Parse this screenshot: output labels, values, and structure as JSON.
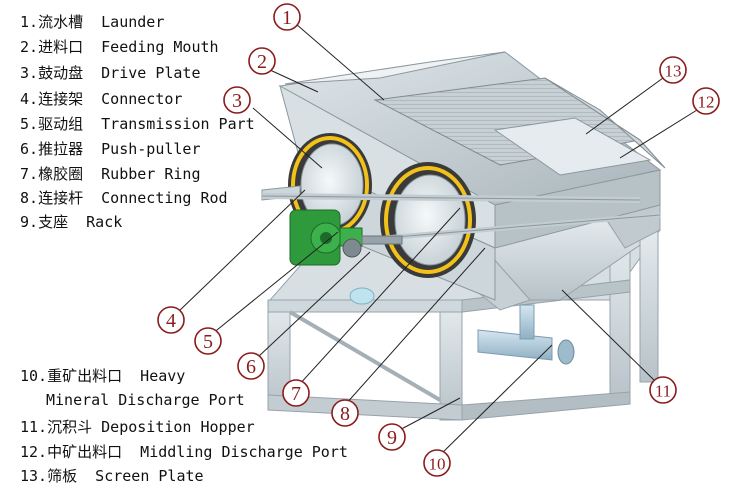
{
  "legend_top": [
    {
      "num": "1.",
      "zh": "流水槽",
      "en": "Launder"
    },
    {
      "num": "2.",
      "zh": "进料口",
      "en": "Feeding Mouth"
    },
    {
      "num": "3.",
      "zh": "鼓动盘",
      "en": "Drive Plate"
    },
    {
      "num": "4.",
      "zh": "连接架",
      "en": "Connector"
    },
    {
      "num": "5.",
      "zh": "驱动组",
      "en": "Transmission Part"
    },
    {
      "num": "6.",
      "zh": "推拉器",
      "en": "Push-puller"
    },
    {
      "num": "7.",
      "zh": "橡胶圈",
      "en": "Rubber Ring"
    },
    {
      "num": "8.",
      "zh": "连接杆",
      "en": "Connecting Rod"
    },
    {
      "num": "9.",
      "zh": "支座",
      "en": "Rack"
    }
  ],
  "legend_bottom": [
    {
      "num": "10.",
      "zh": "重矿出料口",
      "en": "Heavy",
      "en2": "Mineral Discharge Port"
    },
    {
      "num": "11.",
      "zh": "沉积斗",
      "en": "Deposition Hopper"
    },
    {
      "num": "12.",
      "zh": "中矿出料口",
      "en": "Middling Discharge Port"
    },
    {
      "num": "13.",
      "zh": "筛板",
      "en": "Screen Plate"
    }
  ],
  "callouts": [
    "1",
    "2",
    "3",
    "4",
    "5",
    "6",
    "7",
    "8",
    "9",
    "10",
    "11",
    "12",
    "13"
  ],
  "colors": {
    "callout": "#8a1c1c",
    "frame": "#c9d3d8",
    "frame_dark": "#9eaab1",
    "launder": "#bcc7cc",
    "gearbox": "#2f9a3c",
    "rubber_ring": "#f2c21b",
    "drum": "#e8eef0",
    "pipe": "#aac6d8"
  }
}
